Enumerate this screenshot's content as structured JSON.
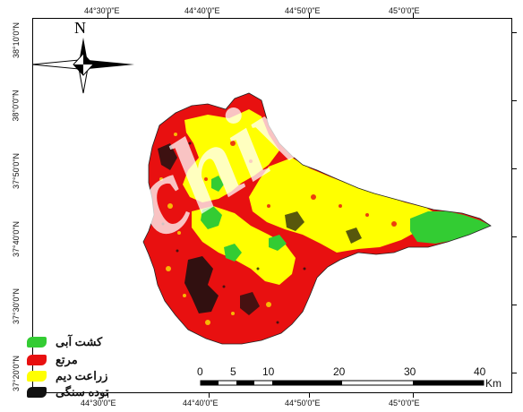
{
  "axes": {
    "top": [
      "44°30'0\"E",
      "44°40'0\"E",
      "44°50'0\"E",
      "45°0'0\"E"
    ],
    "bottom": [
      "44°30'0\"E",
      "44°40'0\"E",
      "44°50'0\"E",
      "45°0'0\"E"
    ],
    "left": [
      "38°10'0\"N",
      "38°0'0\"N",
      "37°50'0\"N",
      "37°40'0\"N",
      "37°30'0\"N",
      "37°20'0\"N"
    ]
  },
  "north_arrow": {
    "label": "N"
  },
  "legend": [
    {
      "label": "کشت آبی",
      "color": "#33cc33"
    },
    {
      "label": "مرتع",
      "color": "#e81010"
    },
    {
      "label": "زراعت دیم",
      "color": "#ffff00"
    },
    {
      "label": "توده سنگی",
      "color": "#111111"
    }
  ],
  "scale_bar": {
    "ticks": [
      "0",
      "5",
      "10",
      "20",
      "30",
      "40"
    ],
    "unit": "Km"
  },
  "watermark": "Archive",
  "colors": {
    "irrigated": "#33cc33",
    "rangeland": "#e81010",
    "dryfarming": "#ffff00",
    "rock": "#111111"
  }
}
